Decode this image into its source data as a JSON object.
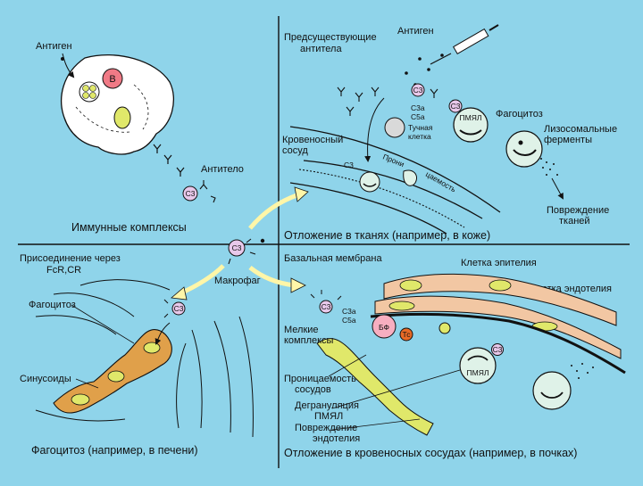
{
  "colors": {
    "background": "#8fd4ea",
    "cell_fill": "#ffffff",
    "b_cell": "#f07a86",
    "basophil": "#f7aec0",
    "platelet": "#e86a26",
    "complement": "#e8c8ea",
    "yellow_cell": "#e0e86a",
    "epithelium": "#f2c7a3",
    "kupffer": "#e0a04a",
    "pmn": "#dff2e8",
    "mast_cell": "#d9d9d9",
    "arrow": "#fff6a8"
  },
  "labels": {
    "antigen_left": "Антиген",
    "b_cell": "B",
    "antibody": "Антитело",
    "immune_complexes": "Иммунные комплексы",
    "c3": "C3",
    "preexisting_antibodies": [
      "Предсуществующие",
      "антитела"
    ],
    "antigen_right": "Антиген",
    "c3a": "C3a",
    "c5a": "C5a",
    "mast_cell": [
      "Тучная",
      "клетка"
    ],
    "pmn": "ПМЯЛ",
    "phagocytosis_top": "Фагоцитоз",
    "lysosomal_enzymes": [
      "Лизосомальные",
      "ферменты"
    ],
    "blood_vessel": [
      "Кровеносный",
      "сосуд"
    ],
    "permeability_a": "Прони",
    "permeability_b": "цаемость",
    "tissue_damage": [
      "Повреждение",
      "тканей"
    ],
    "tissue_deposition": "Отложение в тканях (например, в коже)",
    "attachment_via": [
      "Присоединение через",
      "FcR,CR"
    ],
    "macrophage": "Макрофаг",
    "phagocytosis_left": "Фагоцитоз",
    "sinusoids": "Синусоиды",
    "phagocytosis_liver": "Фагоцитоз (например, в печени)",
    "basement_membrane": "Базальная мембрана",
    "epithelial_cell": "Клетка эпителия",
    "endothelial_cell": "Клетка эндотелия",
    "small_complexes": [
      "Мелкие",
      "комплексы"
    ],
    "basophil": "БФ",
    "platelet": "Тс",
    "vascular_permeability": [
      "Проницаемость",
      "сосудов"
    ],
    "pmn_degranulation": [
      "Дегрануляция",
      "ПМЯЛ"
    ],
    "endothelial_damage": [
      "Повреждение",
      "эндотелия"
    ],
    "vessel_deposition": "Отложение в кровеносных сосудах (например, в почках)"
  }
}
